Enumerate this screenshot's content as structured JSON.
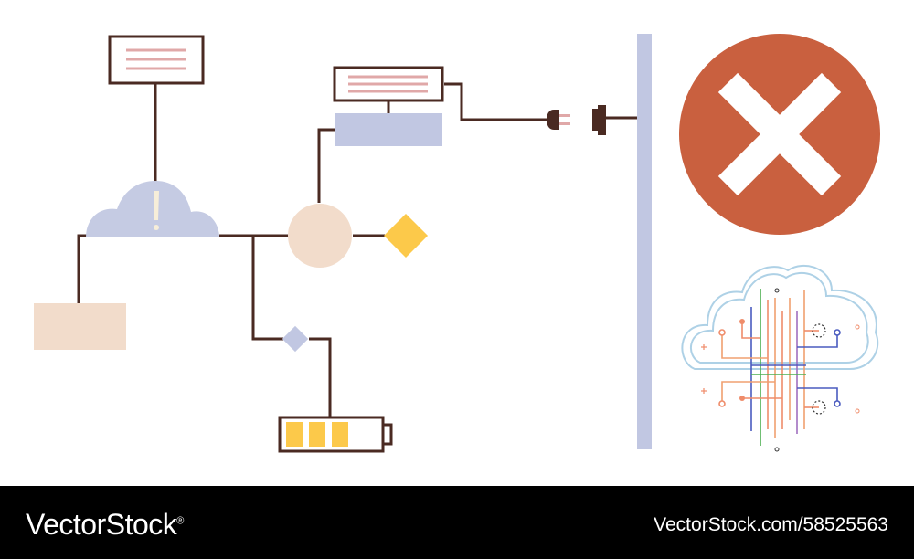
{
  "colors": {
    "line": "#4a2a22",
    "label_stroke": "#e0a8a8",
    "cloud": "#c5cbe3",
    "lavender": "#c1c7e2",
    "peach": "#f2dccb",
    "yellow": "#fcc94a",
    "red": "#c9603f",
    "white": "#ffffff"
  },
  "icons": {
    "alert": "exclamation-mark",
    "error": "x-mark",
    "ai_cloud": "circuit-cloud",
    "plug": "power-plug",
    "socket": "power-socket",
    "battery": "battery"
  },
  "battery": {
    "filled_cells": 3,
    "total_cells": 3
  },
  "footer": {
    "brand": "VectorStock",
    "brand_mark": "®",
    "url": "VectorStock.com/58525563"
  }
}
